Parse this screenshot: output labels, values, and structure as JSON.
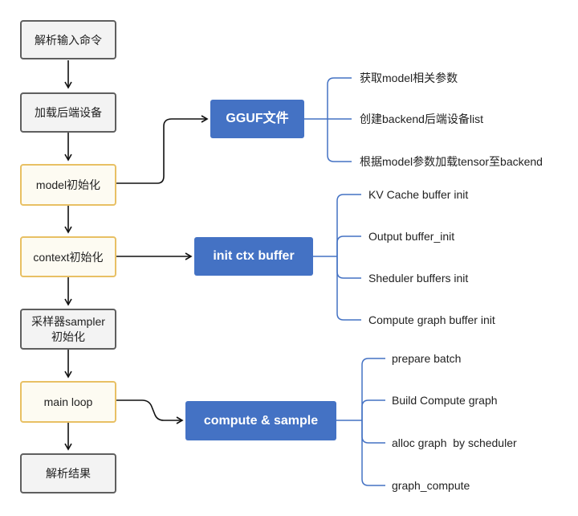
{
  "colors": {
    "blue_box": "#4472c4",
    "gold_border": "#e8c064",
    "gray_border": "#5f5f5f",
    "branch": "#4472c4"
  },
  "steps": {
    "parse_input": "解析输入命令",
    "load_backend": "加载后端设备",
    "model_init": "model初始化",
    "context_init": "context初始化",
    "sampler_init_1": "采样器sampler",
    "sampler_init_2": "初始化",
    "main_loop": "main loop",
    "parse_result": "解析结果"
  },
  "hubs": {
    "gguf": "GGUF文件",
    "init_ctx": "init ctx buffer",
    "compute": "compute & sample"
  },
  "gguf_items": [
    "获取model相关参数",
    "创建backend后端设备list",
    "根据model参数加载tensor至backend"
  ],
  "ctx_items": [
    "KV Cache buffer init",
    "Output buffer_init",
    "Sheduler buffers init",
    "Compute graph buffer init"
  ],
  "compute_items": [
    "prepare batch",
    "Build Compute graph",
    "alloc graph  by scheduler",
    "graph_compute"
  ]
}
